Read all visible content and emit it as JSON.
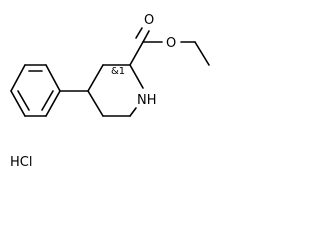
{
  "molecule": {
    "atoms": {
      "carbonyl_oxygen": "O",
      "ester_oxygen": "O",
      "amine": "NH",
      "stereo_label": "&1",
      "counterion": "HCl"
    }
  }
}
